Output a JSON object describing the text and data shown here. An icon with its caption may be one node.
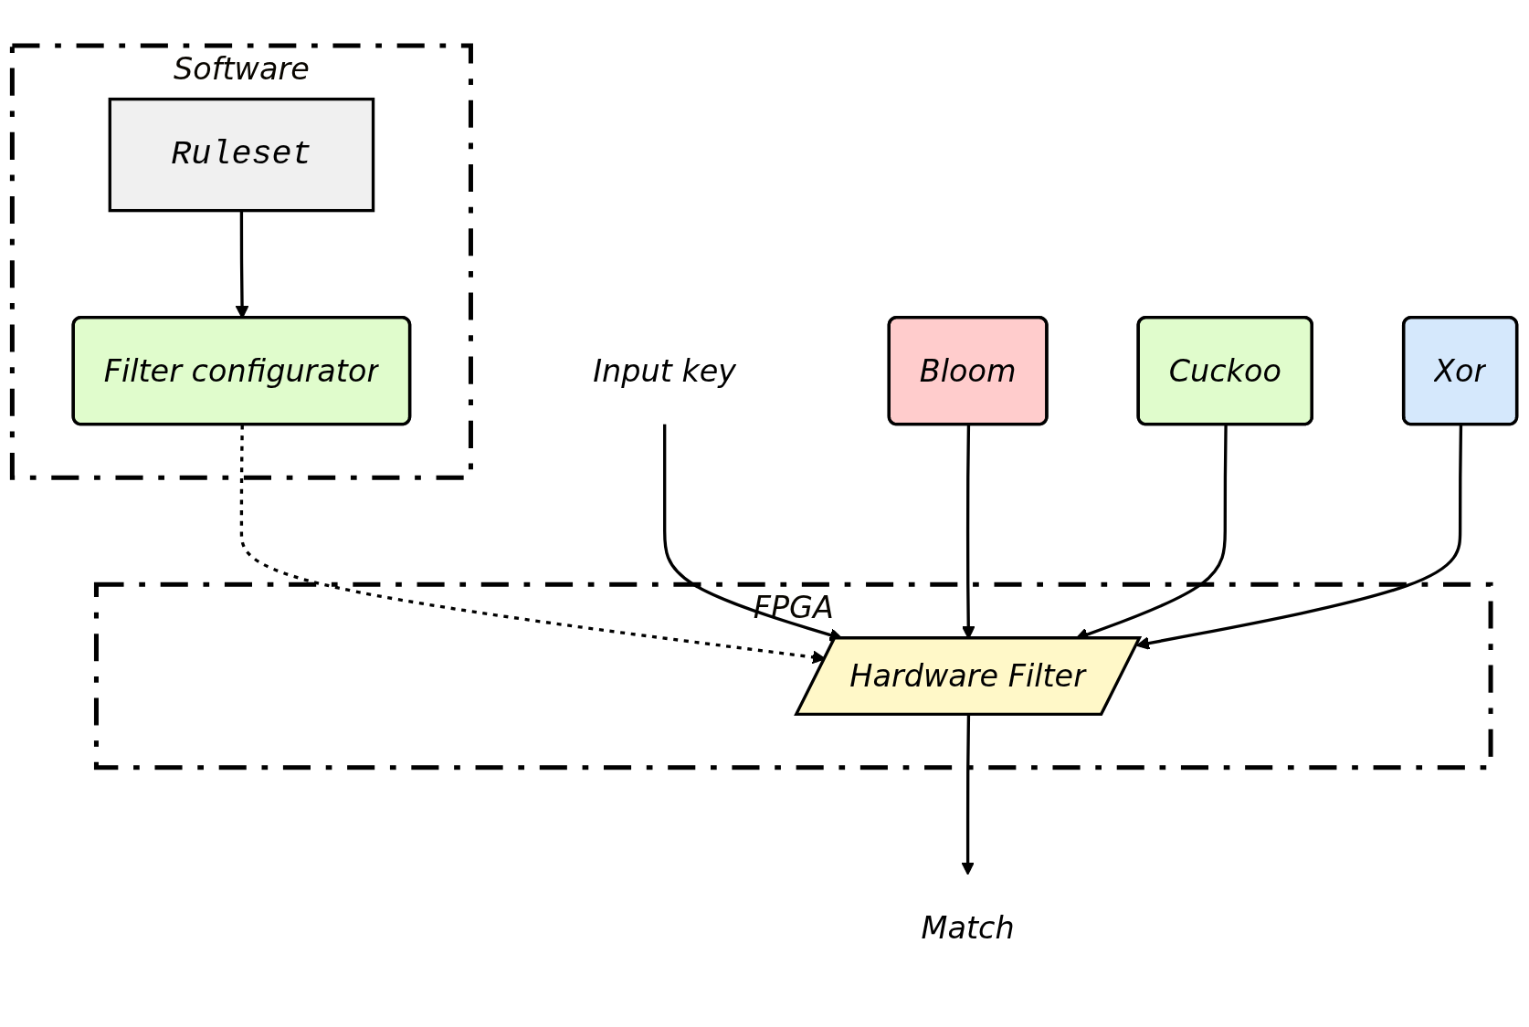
{
  "diagram": {
    "nodes": [
      {
        "text": [
          "Software"
        ]
      },
      {
        "text": [
          "Ruleset"
        ],
        "in": 0
      },
      {
        "text": [
          "Filter configurator"
        ],
        "in": 0
      },
      {
        "text": [
          "FPGA"
        ]
      },
      {
        "text": [
          "Hardware Filter"
        ],
        "in": 3
      },
      {
        "text": [
          "Input key"
        ]
      },
      {
        "text": [
          "Match"
        ]
      },
      {
        "text": [
          "Bloom"
        ]
      },
      {
        "text": [
          "Cuckoo"
        ]
      },
      {
        "text": [
          "Xor"
        ]
      }
    ],
    "edges": [
      {
        "from": 1,
        "to": 2,
        "arrow": "to"
      },
      {
        "from": 2,
        "to": 4,
        "arrow": "to",
        "style": "dashed"
      },
      {
        "from": 5,
        "to": 4,
        "arrow": "to"
      },
      {
        "from": 4,
        "to": 6,
        "arrow": "to"
      },
      {
        "from": 7,
        "to": 4,
        "arrow": "to"
      },
      {
        "from": 8,
        "to": 4,
        "arrow": "to"
      },
      {
        "from": 9,
        "to": 4,
        "arrow": "to"
      }
    ]
  }
}
